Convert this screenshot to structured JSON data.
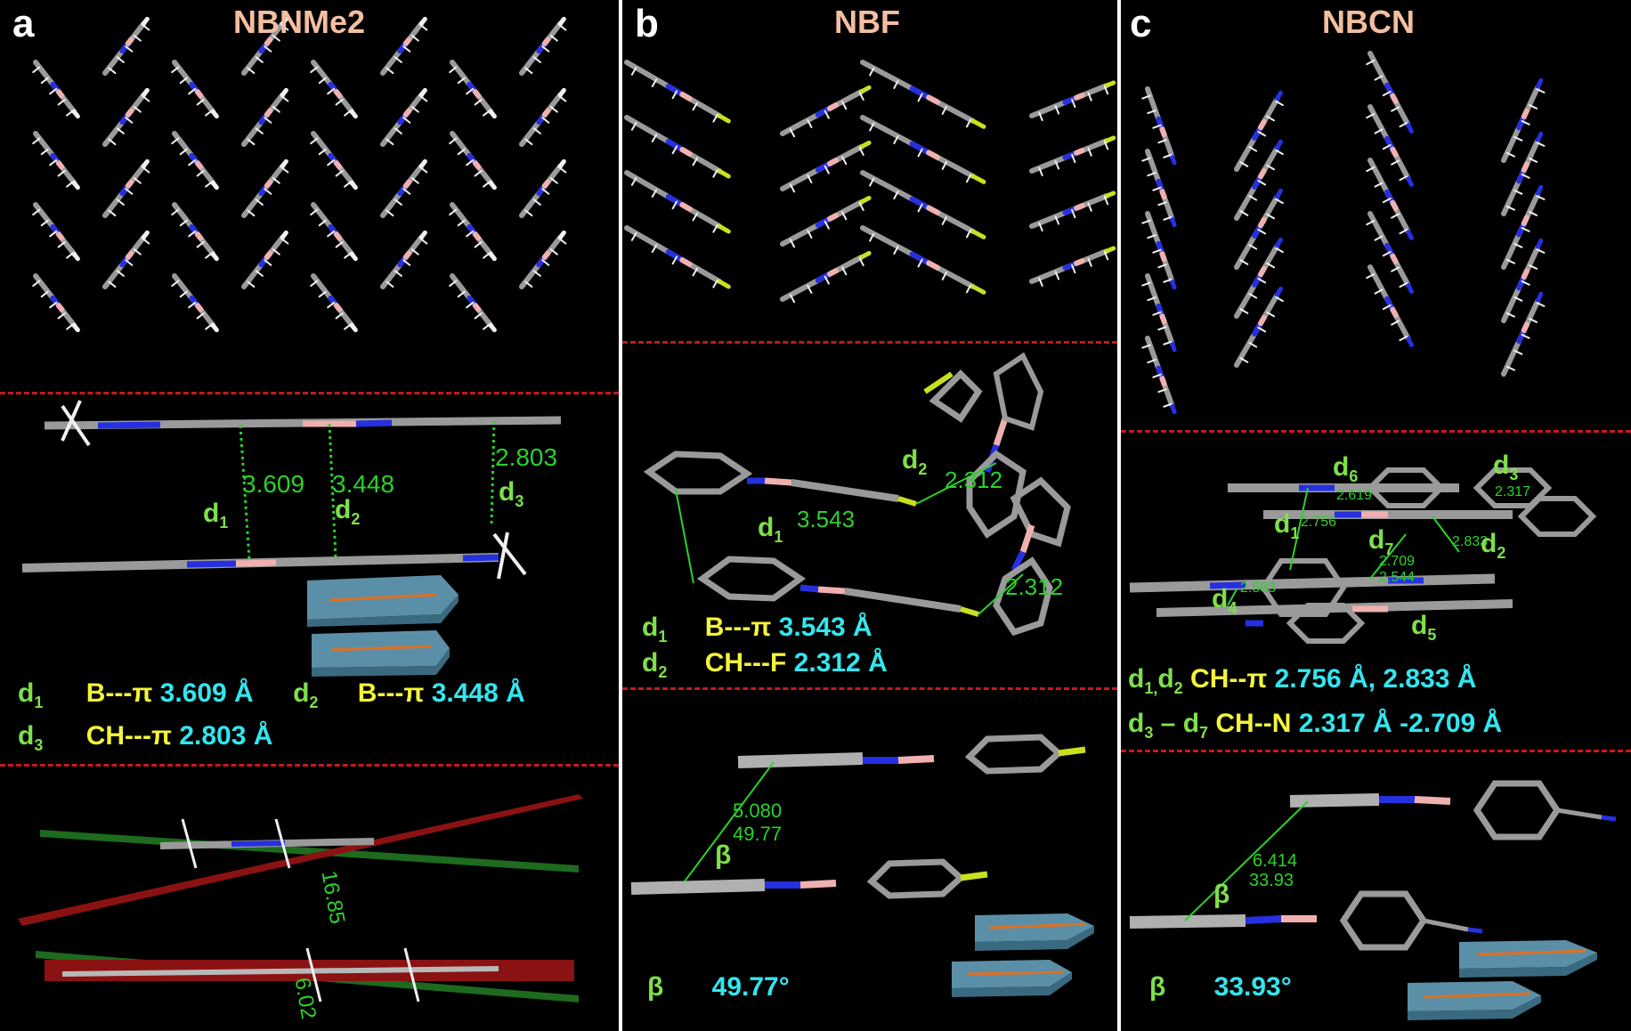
{
  "colors": {
    "background": "#000000",
    "carbon": "#9a9a9a",
    "hydrogen": "#f0f0f0",
    "nitrogen": "#2630e0",
    "boron": "#f0b0b0",
    "fluorine": "#c8e020",
    "contact_line": "#2bd12b",
    "label_green": "#7ee04a",
    "label_yellow": "#f4f43a",
    "label_cyan": "#33e6ee",
    "title_peach": "#f2bfa0",
    "separator_red": "#c41a1a",
    "plane_green": "#1e6a1e",
    "plane_red": "#8a1212",
    "slab_blue": "#5b8fa8",
    "arrow_orange": "#e07020"
  },
  "panel_a": {
    "letter": "a",
    "title": "NBNMe2",
    "distances": {
      "v1": "3.609",
      "v2": "3.448",
      "v3": "2.803"
    },
    "d": {
      "d1": "d",
      "d1_sub": "1",
      "d2": "d",
      "d2_sub": "2",
      "d3": "d",
      "d3_sub": "3"
    },
    "legend": {
      "row1_d1": "d",
      "row1_d1_sub": "1",
      "row1_type1": "B---π",
      "row1_val1": "3.609 Å",
      "row1_d2": "d",
      "row1_d2_sub": "2",
      "row1_type2": "B---π",
      "row1_val2": "3.448 Å",
      "row2_d3": "d",
      "row2_d3_sub": "3",
      "row2_type": "CH---π",
      "row2_val": "2.803 Å"
    },
    "angles": {
      "a1": "16.85",
      "a2": "6.02"
    }
  },
  "panel_b": {
    "letter": "b",
    "title": "NBF",
    "distances": {
      "v1": "3.543",
      "v2a": "2.312",
      "v2b": "2.312"
    },
    "d": {
      "d1": "d",
      "d1_sub": "1",
      "d2": "d",
      "d2_sub": "2"
    },
    "legend": {
      "row1_d": "d",
      "row1_sub": "1",
      "row1_type": "B---π",
      "row1_val": "3.543 Å",
      "row2_d": "d",
      "row2_sub": "2",
      "row2_type": "CH---F",
      "row2_val": "2.312 Å"
    },
    "beta_geom": {
      "dist": "5.080",
      "angle": "49.77",
      "symbol": "β"
    },
    "beta_legend": {
      "symbol": "β",
      "value": "49.77°"
    }
  },
  "panel_c": {
    "letter": "c",
    "title": "NBCN",
    "contacts": {
      "d6": "d",
      "d6_sub": "6",
      "v6": "2.619",
      "d3": "d",
      "d3_sub": "3",
      "v3": "2.317",
      "d1": "d",
      "d1_sub": "1",
      "v1": "2.756",
      "d7": "d",
      "d7_sub": "7",
      "v7a": "2.709",
      "v7b": "2.544",
      "d2": "d",
      "d2_sub": "2",
      "v2": "2.833",
      "d4": "d",
      "d4_sub": "4",
      "v4": "2.583",
      "d5": "d",
      "d5_sub": "5"
    },
    "legend": {
      "row1_d": "d",
      "row1_sub1": "1,",
      "row1_d2": "d",
      "row1_sub2": "2",
      "row1_type": "CH--π",
      "row1_val": "2.756 Å, 2.833 Å",
      "row2_d": "d",
      "row2_sub1": "3",
      "row2_dash": " – d",
      "row2_sub2": "7",
      "row2_type": "CH--N",
      "row2_val": "2.317 Å -2.709 Å"
    },
    "beta_geom": {
      "dist": "6.414",
      "angle": "33.93",
      "symbol": "β"
    },
    "beta_legend": {
      "symbol": "β",
      "value": "33.93°"
    }
  }
}
